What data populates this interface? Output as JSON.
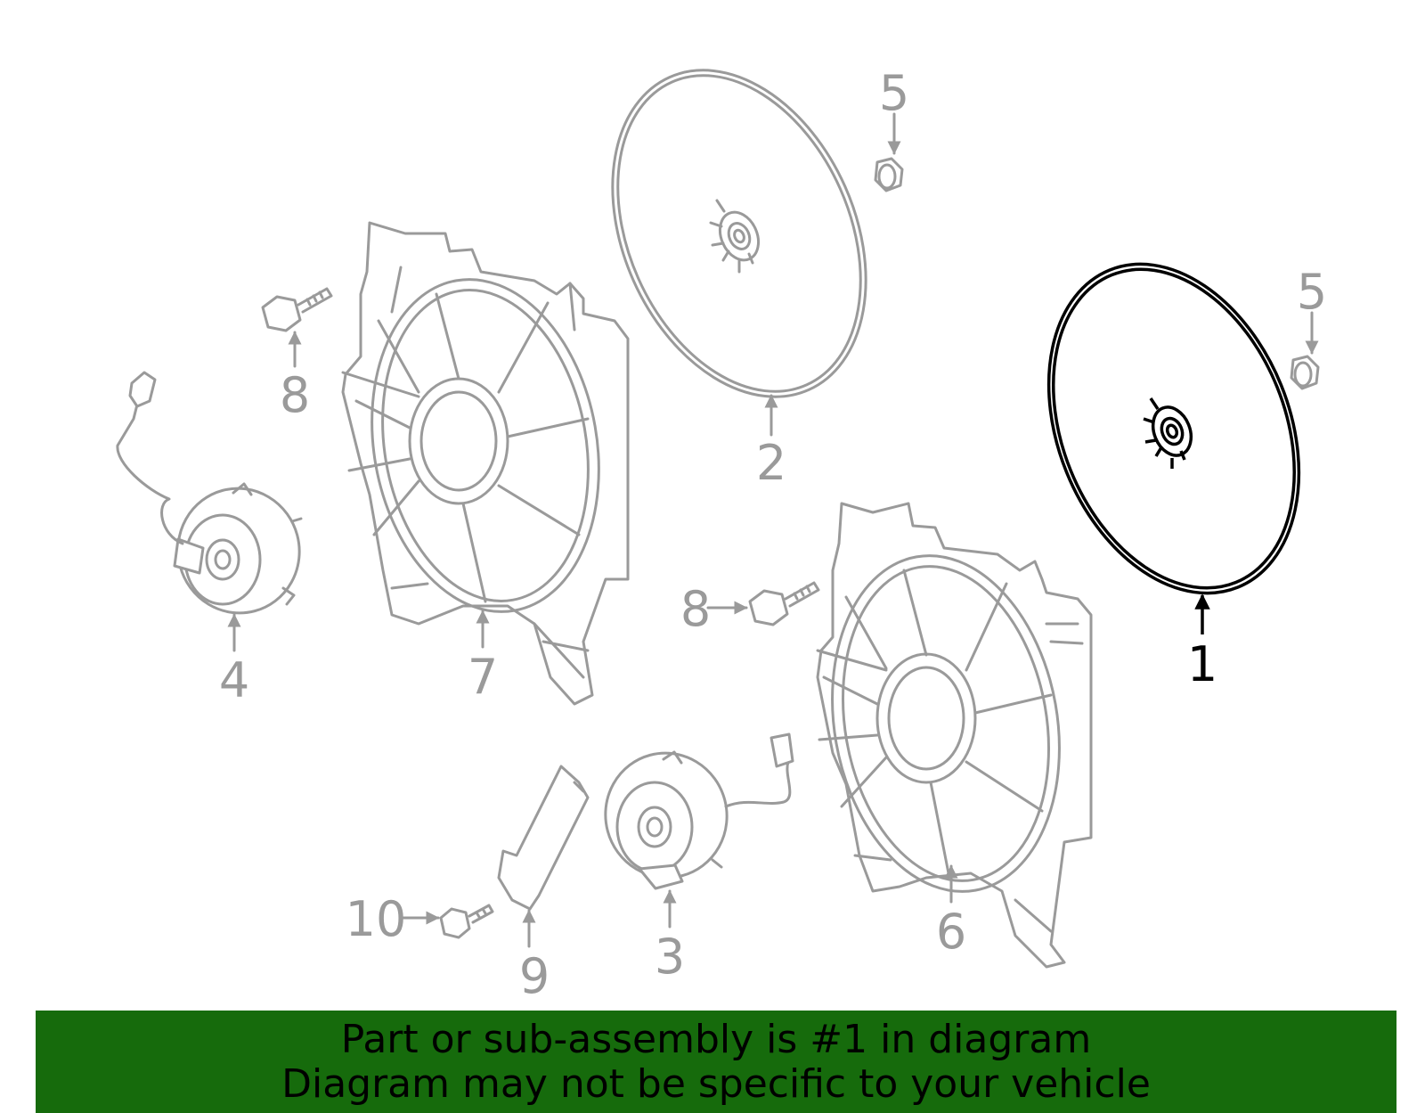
{
  "labels": {
    "p1": "1",
    "p2": "2",
    "p3": "3",
    "p4": "4",
    "p5a": "5",
    "p5b": "5",
    "p6": "6",
    "p7": "7",
    "p8a": "8",
    "p8b": "8",
    "p9": "9",
    "p10": "10"
  },
  "banner": {
    "line1": "Part or sub-assembly is #1 in diagram",
    "line2": "Diagram may not be specific to your vehicle"
  },
  "colors": {
    "highlight": "#000000",
    "other_parts": "#9a9a9a",
    "banner_bg": "#166b0c"
  }
}
